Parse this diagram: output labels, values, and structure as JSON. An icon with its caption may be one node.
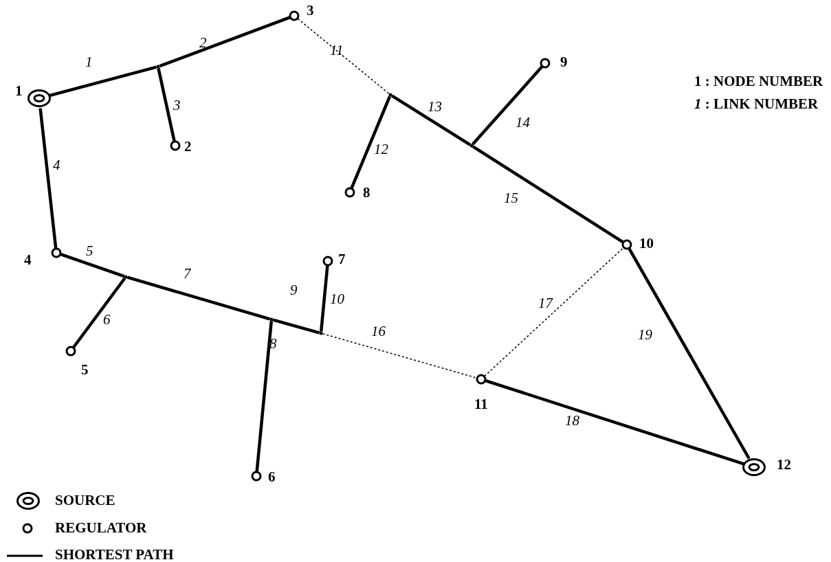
{
  "diagram": {
    "nodes": [
      {
        "text": [],
        "shape": "ring",
        "beside": [
          "1"
        ]
      },
      {
        "text": [],
        "shape": "circle",
        "beside": [
          "2"
        ]
      },
      {
        "text": [],
        "shape": "circle",
        "beside": [
          "3"
        ]
      },
      {
        "text": [],
        "shape": "circle",
        "beside": [
          "4"
        ]
      },
      {
        "text": [],
        "shape": "circle",
        "beside": [
          "5"
        ]
      },
      {
        "text": [],
        "shape": "circle",
        "beside": [
          "6"
        ]
      },
      {
        "text": [],
        "shape": "circle",
        "beside": [
          "7"
        ]
      },
      {
        "text": [],
        "shape": "circle",
        "beside": [
          "8"
        ]
      },
      {
        "text": [],
        "shape": "circle",
        "beside": [
          "9"
        ]
      },
      {
        "text": [],
        "shape": "circle",
        "beside": [
          "10"
        ]
      },
      {
        "text": [],
        "shape": "circle",
        "beside": [
          "11"
        ]
      },
      {
        "text": [],
        "shape": "ring",
        "beside": [
          "12"
        ]
      },
      {
        "text": [],
        "shape": "point"
      },
      {
        "text": [],
        "shape": "point"
      },
      {
        "text": [],
        "shape": "point"
      },
      {
        "text": [],
        "shape": "point"
      },
      {
        "text": [],
        "shape": "point"
      },
      {
        "text": [],
        "shape": "point"
      }
    ],
    "edges": [
      {
        "from": 0,
        "to": 12,
        "arrow": "none",
        "label": "1"
      },
      {
        "from": 12,
        "to": 2,
        "arrow": "none",
        "label": "2"
      },
      {
        "from": 12,
        "to": 1,
        "arrow": "none",
        "label": "3"
      },
      {
        "from": 0,
        "to": 3,
        "arrow": "none",
        "label": "4"
      },
      {
        "from": 3,
        "to": 15,
        "arrow": "none",
        "label": "5"
      },
      {
        "from": 15,
        "to": 4,
        "arrow": "none",
        "label": "6"
      },
      {
        "from": 15,
        "to": 16,
        "arrow": "none",
        "label": "7"
      },
      {
        "from": 16,
        "to": 5,
        "arrow": "none",
        "label": "8"
      },
      {
        "from": 16,
        "to": 17,
        "arrow": "none",
        "label": "9"
      },
      {
        "from": 17,
        "to": 6,
        "arrow": "none",
        "label": "10"
      },
      {
        "from": 2,
        "to": 13,
        "arrow": "none",
        "label": "11",
        "style": "dashed"
      },
      {
        "from": 13,
        "to": 7,
        "arrow": "none",
        "label": "12"
      },
      {
        "from": 13,
        "to": 14,
        "arrow": "none",
        "label": "13"
      },
      {
        "from": 14,
        "to": 8,
        "arrow": "none",
        "label": "14"
      },
      {
        "from": 14,
        "to": 9,
        "arrow": "none",
        "label": "15"
      },
      {
        "from": 17,
        "to": 10,
        "arrow": "none",
        "label": "16",
        "style": "dashed"
      },
      {
        "from": 10,
        "to": 9,
        "arrow": "none",
        "label": "17",
        "style": "dashed"
      },
      {
        "from": 10,
        "to": 11,
        "arrow": "none",
        "label": "18"
      },
      {
        "from": 9,
        "to": 11,
        "arrow": "none",
        "label": "19"
      }
    ],
    "legend": [
      {
        "text": "1 : NODE NUMBER"
      },
      {
        "text": "*1* : LINK NUMBER"
      },
      {
        "text": "SOURCE"
      },
      {
        "text": "REGULATOR"
      },
      {
        "text": "SHORTEST PATH"
      }
    ]
  }
}
